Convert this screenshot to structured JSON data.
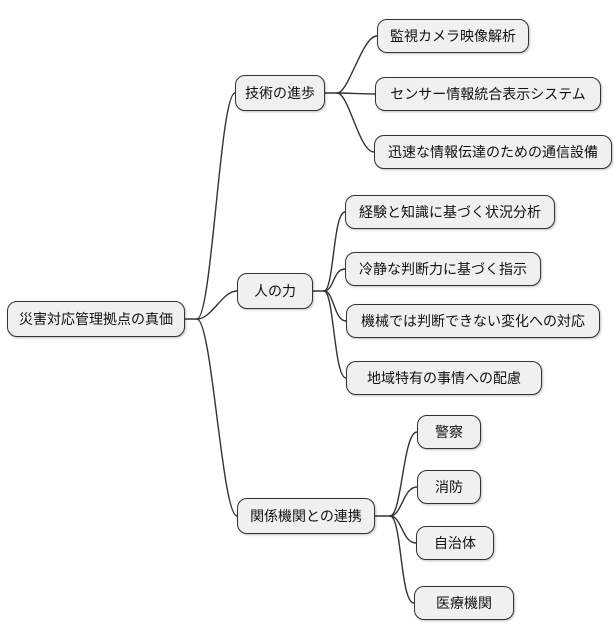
{
  "diagram": {
    "type": "mindmap",
    "root": {
      "label": "災害対応管理拠点の真価"
    },
    "branches": [
      {
        "label": "技術の進歩",
        "children": [
          {
            "label": "監視カメラ映像解析"
          },
          {
            "label": "センサー情報統合表示システム"
          },
          {
            "label": "迅速な情報伝達のための通信設備"
          }
        ]
      },
      {
        "label": "人の力",
        "children": [
          {
            "label": "経験と知識に基づく状況分析"
          },
          {
            "label": "冷静な判断力に基づく指示"
          },
          {
            "label": "機械では判断できない変化への対応"
          },
          {
            "label": "地域特有の事情への配慮"
          }
        ]
      },
      {
        "label": "関係機関との連携",
        "children": [
          {
            "label": "警察"
          },
          {
            "label": "消防"
          },
          {
            "label": "自治体"
          },
          {
            "label": "医療機関"
          }
        ]
      }
    ],
    "colors": {
      "background": "#ffffff",
      "node_fill": "#f0f0f0",
      "node_border": "#333333",
      "edge": "#333333",
      "text": "#111111"
    }
  }
}
